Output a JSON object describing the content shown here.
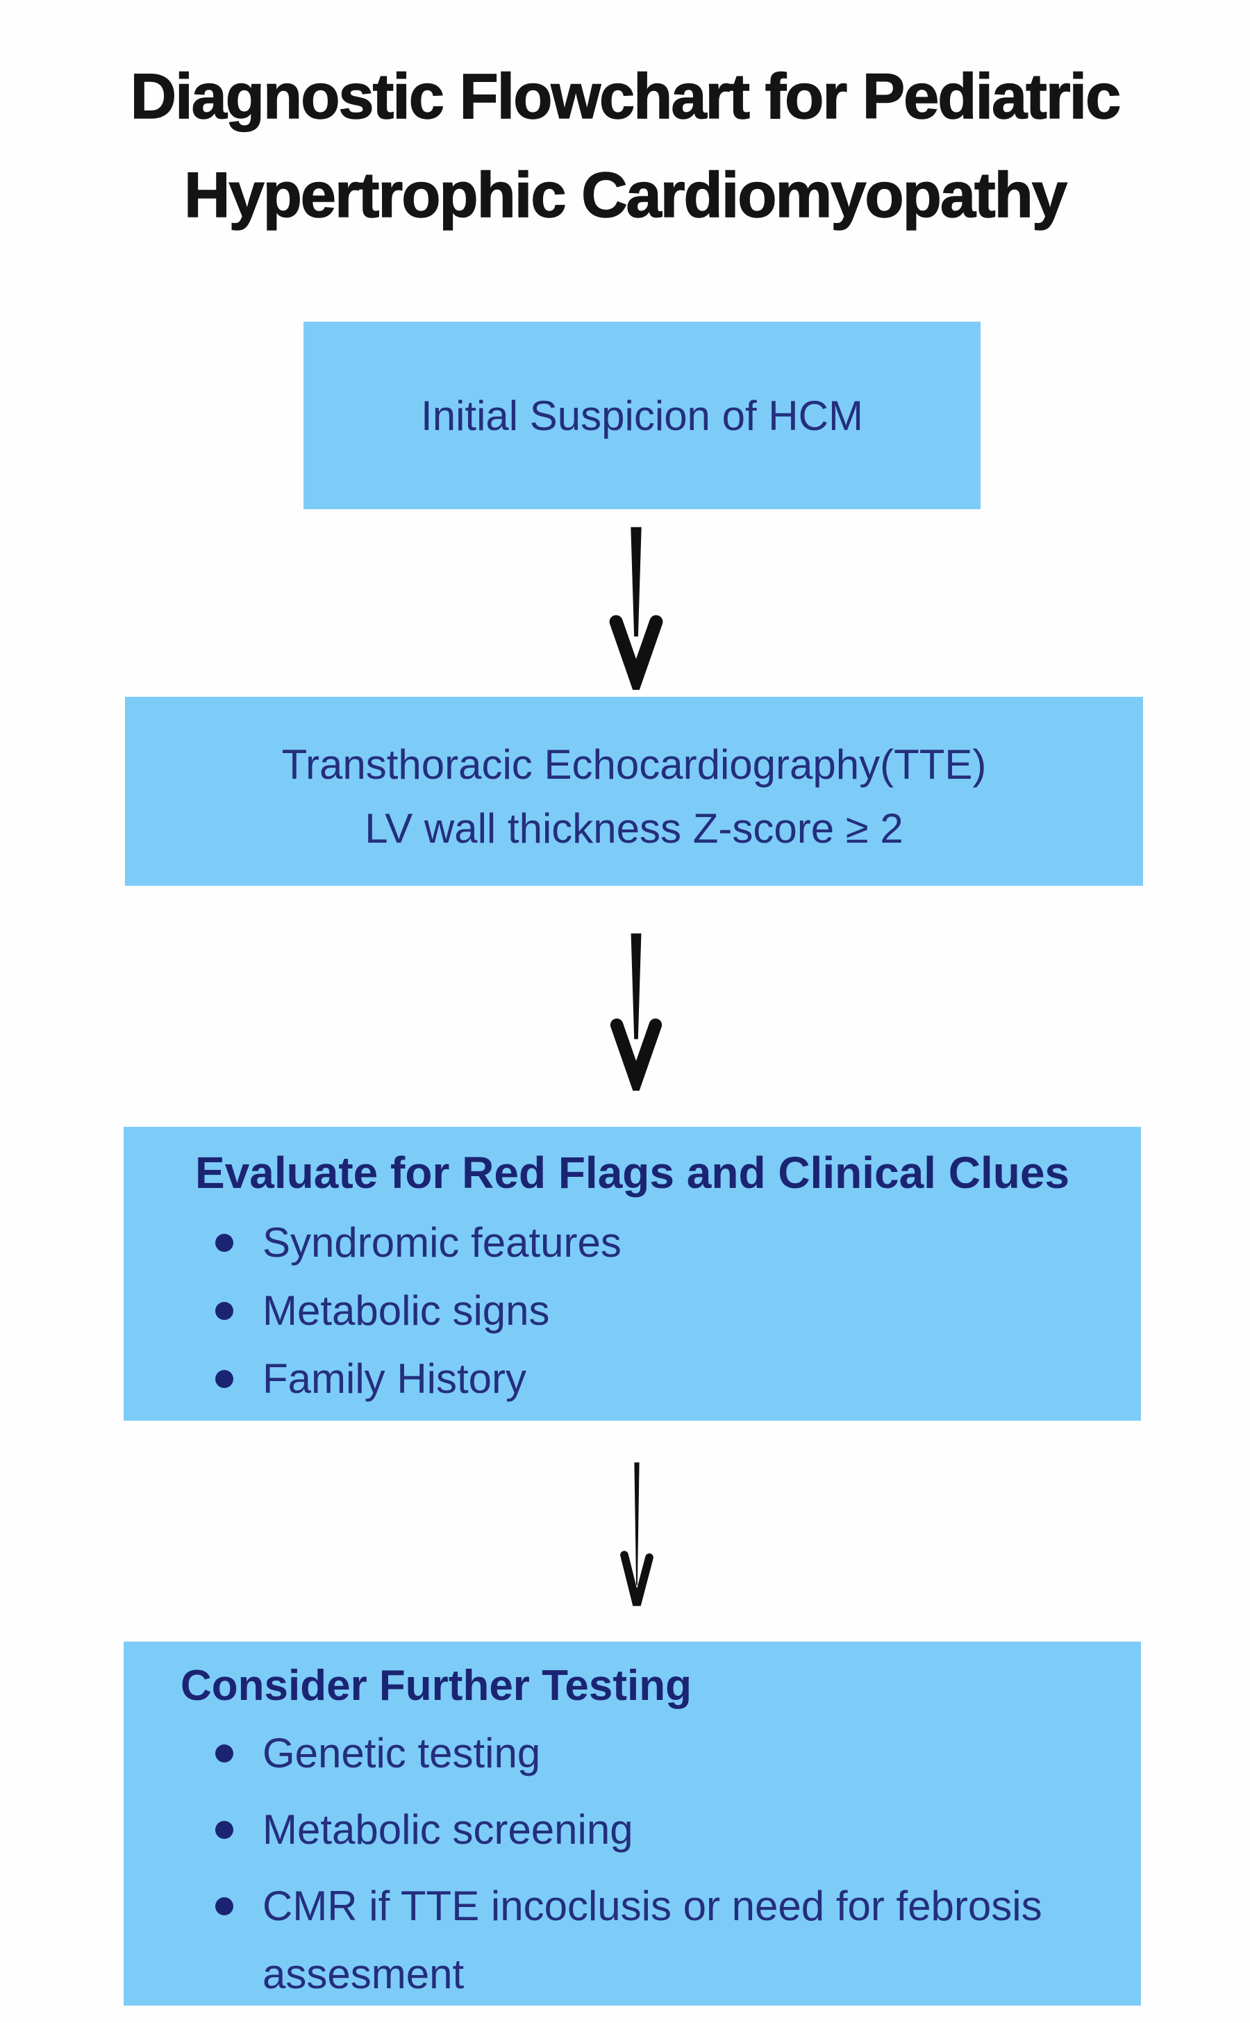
{
  "page": {
    "title_line1": "Diagnostic Flowchart for Pediatric",
    "title_line2": "Hypertrophic Cardiomyopathy"
  },
  "colors": {
    "background": "#FEFEFE",
    "box_fill": "#7DCCF8",
    "body_text_navy": "#242E7C",
    "heading_navy": "#1B2473",
    "title_black": "#141414",
    "arrow_black": "#101010"
  },
  "flowchart": {
    "nodes": [
      {
        "id": "initial-suspicion",
        "lines": [
          "Initial Suspicion of HCM"
        ]
      },
      {
        "id": "tte",
        "lines": [
          "Transthoracic Echocardiography(TTE)",
          "LV wall thickness Z-score ≥ 2"
        ]
      },
      {
        "id": "red-flags",
        "heading": "Evaluate for Red Flags and Clinical Clues",
        "bullets": [
          "Syndromic features",
          "Metabolic signs",
          "Family History"
        ]
      },
      {
        "id": "further-testing",
        "heading": "Consider Further Testing",
        "bullets": [
          "Genetic testing",
          "Metabolic screening",
          "CMR if TTE incoclusis or need for febrosis assesment"
        ]
      }
    ],
    "connectors": [
      "down-arrow",
      "down-arrow",
      "down-arrow"
    ]
  }
}
